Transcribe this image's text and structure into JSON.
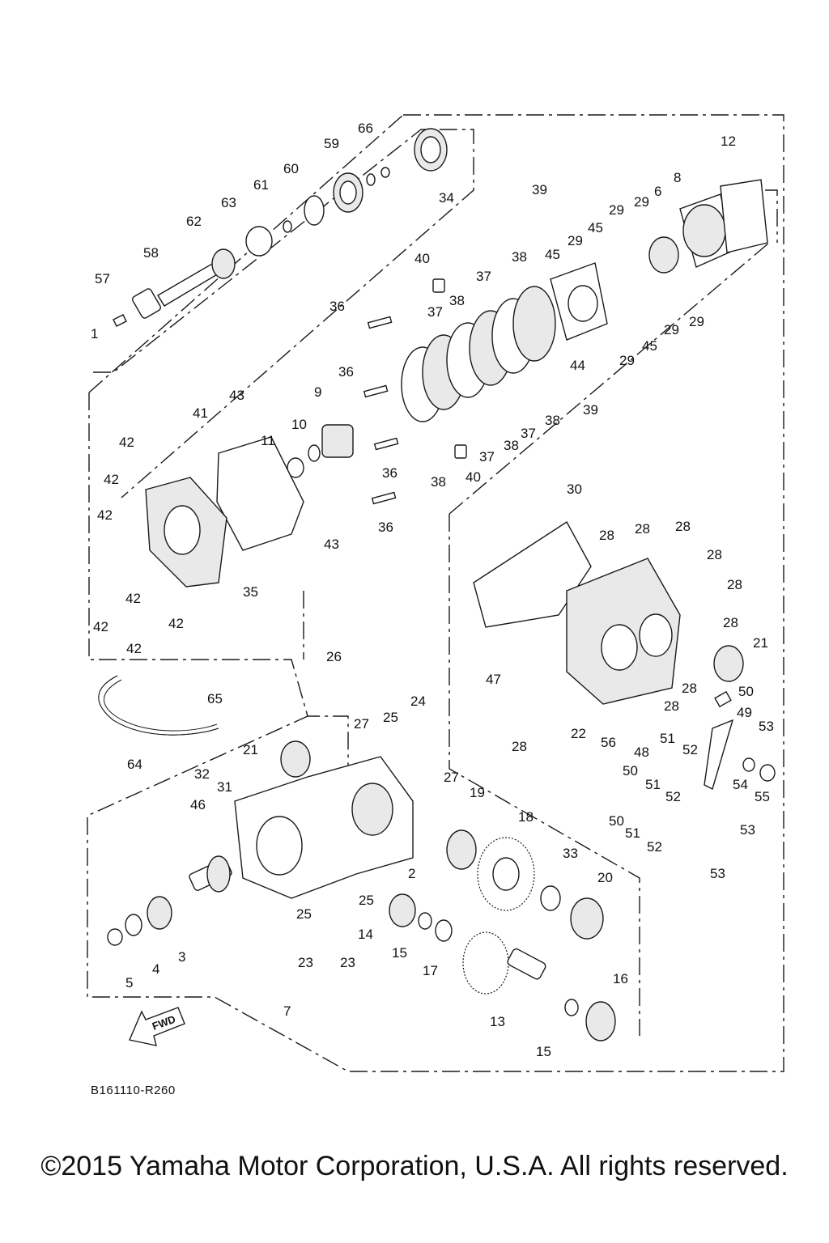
{
  "diagram": {
    "ref_code": "B161110-R260",
    "fwd_label": "FWD",
    "copyright": "©2015 Yamaha Motor Corporation, U.S.A. All rights reserved.",
    "callouts": {
      "c1": "1",
      "c2": "2",
      "c3": "3",
      "c4": "4",
      "c5": "5",
      "c6": "6",
      "c7": "7",
      "c8": "8",
      "c9": "9",
      "c10": "10",
      "c11": "11",
      "c12": "12",
      "c13": "13",
      "c14": "14",
      "c15": "15",
      "c16": "16",
      "c17": "17",
      "c18": "18",
      "c19": "19",
      "c20": "20",
      "c21": "21",
      "c22": "22",
      "c23": "23",
      "c24": "24",
      "c25": "25",
      "c26": "26",
      "c27": "27",
      "c28": "28",
      "c29": "29",
      "c30": "30",
      "c31": "31",
      "c32": "32",
      "c33": "33",
      "c34": "34",
      "c35": "35",
      "c36": "36",
      "c37": "37",
      "c38": "38",
      "c39": "39",
      "c40": "40",
      "c41": "41",
      "c42": "42",
      "c43": "43",
      "c44": "44",
      "c45": "45",
      "c46": "46",
      "c47": "47",
      "c48": "48",
      "c49": "49",
      "c50": "50",
      "c51": "51",
      "c52": "52",
      "c53": "53",
      "c54": "54",
      "c55": "55",
      "c56": "56",
      "c57": "57",
      "c58": "58",
      "c59": "59",
      "c60": "60",
      "c61": "61",
      "c62": "62",
      "c63": "63",
      "c64": "64",
      "c65": "65",
      "c66": "66"
    }
  }
}
